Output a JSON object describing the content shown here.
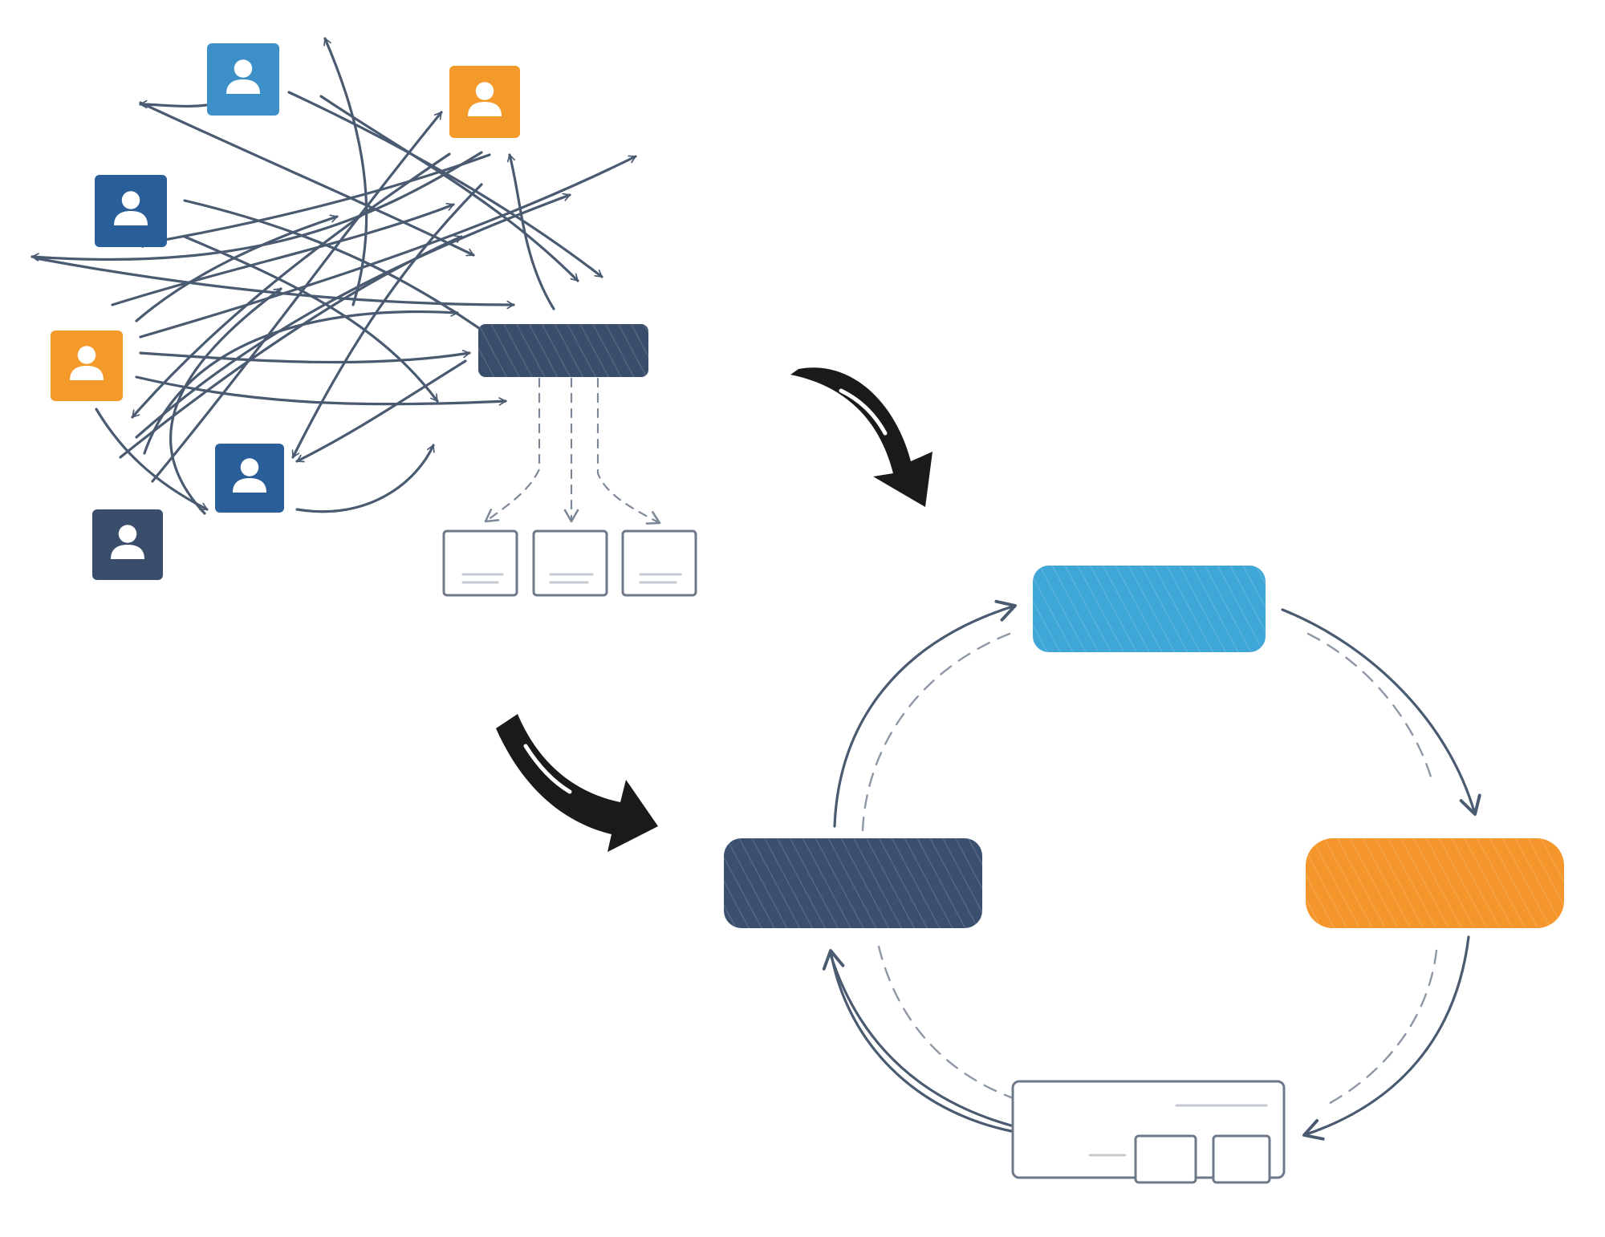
{
  "colors": {
    "blue_light": "#3d90c7",
    "blue_mid": "#2a5e99",
    "navy": "#3a4d6b",
    "orange": "#f39a2a",
    "cycle_blue": "#3fa6d8",
    "cycle_navy": "#3b506f",
    "cycle_orange": "#f4962c",
    "arrow_black": "#1a1a1a",
    "line": "#4a5a70"
  },
  "icons": {
    "person": "person-icon",
    "transition": "curved-arrow-icon"
  },
  "chaos": {
    "people": [
      {
        "color": "blue_light"
      },
      {
        "color": "orange"
      },
      {
        "color": "blue_mid"
      },
      {
        "color": "orange"
      },
      {
        "color": "blue_mid"
      },
      {
        "color": "navy"
      }
    ],
    "hub": {
      "color": "navy"
    },
    "outputs": 3
  },
  "cycle": {
    "nodes": [
      {
        "color": "cycle_blue"
      },
      {
        "color": "cycle_orange"
      },
      {
        "color": "cycle_navy"
      }
    ],
    "dashboard": {
      "tiles": 2
    }
  }
}
